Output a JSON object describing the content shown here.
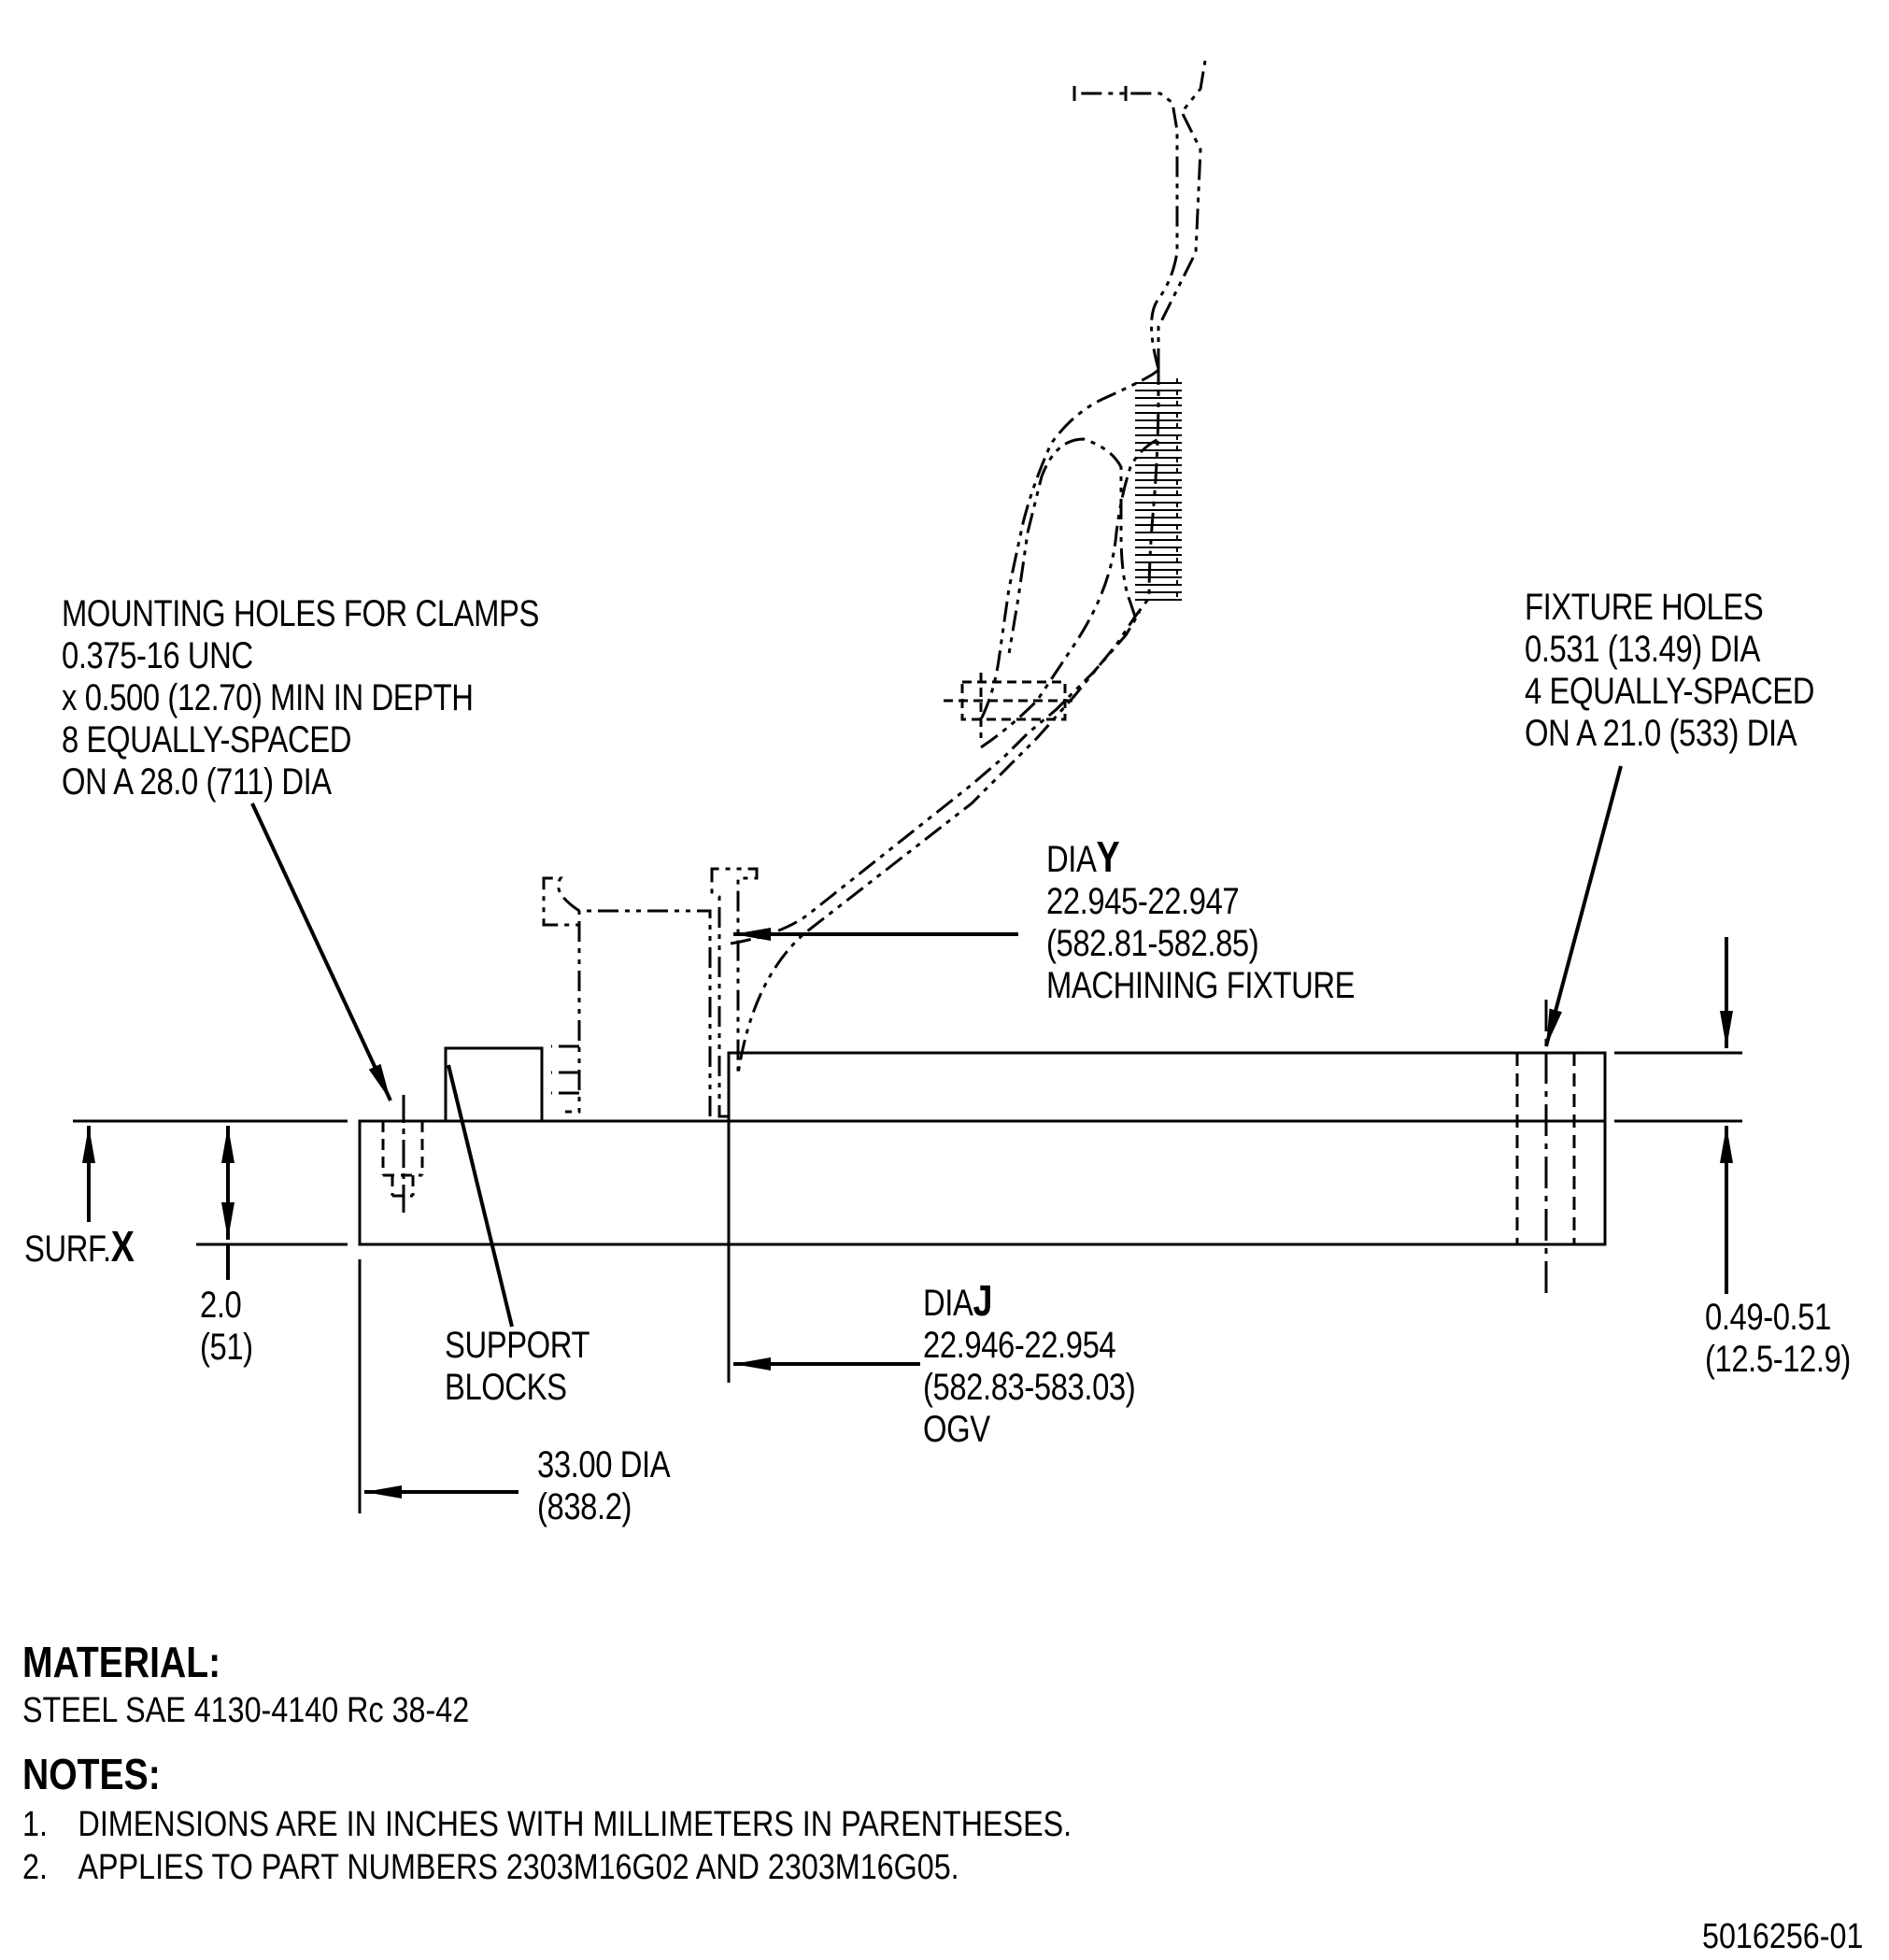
{
  "callouts": {
    "mounting_holes": [
      "MOUNTING HOLES FOR CLAMPS",
      "0.375-16 UNC",
      "x 0.500 (12.70) MIN IN DEPTH",
      "8 EQUALLY-SPACED",
      "ON A 28.0 (711) DIA"
    ],
    "fixture_holes": [
      "FIXTURE HOLES",
      "0.531 (13.49) DIA",
      "4 EQUALLY-SPACED",
      "ON A 21.0 (533) DIA"
    ],
    "dia_y": {
      "prefix": "DIA",
      "symbol": "Y",
      "lines": [
        "22.945-22.947",
        "(582.81-582.85)",
        "MACHINING FIXTURE"
      ]
    },
    "dia_j": {
      "prefix": "DIA",
      "symbol": "J",
      "lines": [
        "22.946-22.954",
        "(582.83-583.03)",
        "OGV"
      ]
    },
    "surf_x": {
      "prefix": "SURF.",
      "symbol": "X"
    },
    "height": [
      "2.0",
      "(51)"
    ],
    "support_blocks": [
      "SUPPORT",
      "BLOCKS"
    ],
    "outer_dia": [
      "33.00 DIA",
      "(838.2)"
    ],
    "step_height": [
      "0.49-0.51",
      "(12.5-12.9)"
    ]
  },
  "material": {
    "heading": "MATERIAL:",
    "text": "STEEL SAE 4130-4140 Rc 38-42"
  },
  "notes": {
    "heading": "NOTES:",
    "items": [
      {
        "num": "1.",
        "text": "DIMENSIONS ARE IN INCHES WITH MILLIMETERS IN PARENTHESES."
      },
      {
        "num": "2.",
        "text": "APPLIES TO PART NUMBERS 2303M16G02 AND 2303M16G05."
      }
    ]
  },
  "drawing_number": "5016256-01"
}
